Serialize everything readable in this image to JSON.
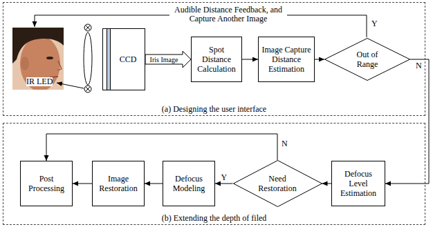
{
  "diagram": {
    "nodes": [
      {
        "text": [
          "(a) Designing the user interface"
        ]
      },
      {
        "text": [
          "CCD"
        ],
        "in": 0
      },
      {
        "text": [
          "Spot Distance Calculation"
        ],
        "in": 0
      },
      {
        "text": [
          "Image Capture Distance Estimation"
        ],
        "in": 0
      },
      {
        "text": [
          "Out of Range"
        ],
        "in": 0
      },
      {
        "text": [
          "(b) Extending the depth of filed"
        ]
      },
      {
        "text": [
          "Post Processing"
        ],
        "in": 5
      },
      {
        "text": [
          "Image Restoration"
        ],
        "in": 5
      },
      {
        "text": [
          "Defocus Modeling"
        ],
        "in": 5
      },
      {
        "text": [
          "Need Restoration"
        ],
        "in": 5
      },
      {
        "text": [
          "Defocus Level Estimation"
        ],
        "in": 5
      }
    ],
    "edges": [
      {
        "from": 1,
        "to": 2,
        "arrow": "to",
        "label": "Iris Image"
      },
      {
        "from": 2,
        "to": 3,
        "arrow": "to"
      },
      {
        "from": 3,
        "to": 4,
        "arrow": "to"
      },
      {
        "from": 4,
        "to": 10,
        "arrow": "to",
        "label": "N"
      },
      {
        "from": 10,
        "to": 9,
        "arrow": "to"
      },
      {
        "from": 9,
        "to": 8,
        "arrow": "to",
        "label": "Y"
      },
      {
        "from": 8,
        "to": 7,
        "arrow": "to"
      },
      {
        "from": 7,
        "to": 6,
        "arrow": "to"
      },
      {
        "from": 9,
        "to": 6,
        "arrow": "to",
        "label": "N"
      }
    ],
    "labels": [
      "Audible Distance Feedback, and Capture Another Image",
      "Y",
      "IR LED"
    ]
  }
}
